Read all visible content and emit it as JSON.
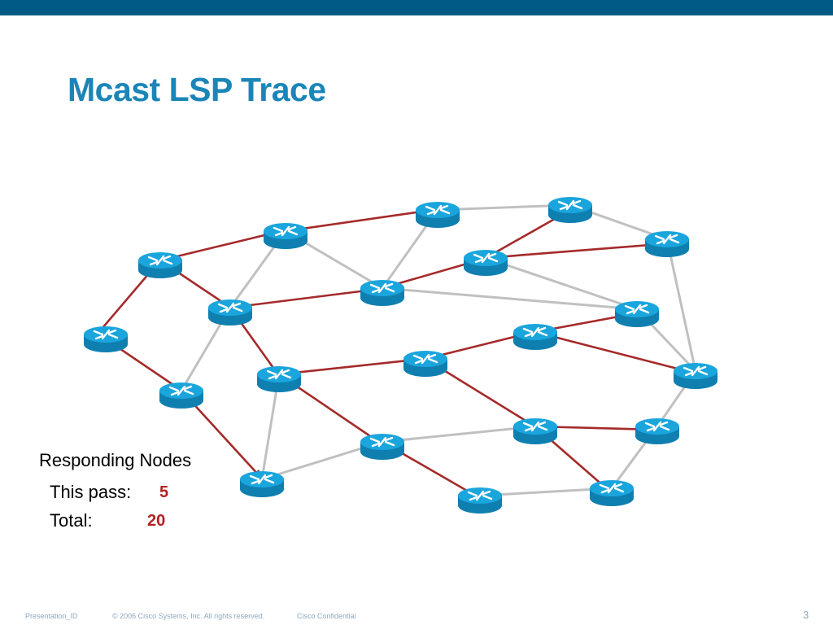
{
  "slide": {
    "title": "Mcast LSP Trace"
  },
  "legend": {
    "heading": "Responding Nodes",
    "this_pass_label": "This pass:",
    "this_pass_value": "5",
    "total_label": "Total:",
    "total_value": "20"
  },
  "footer": {
    "presentation_id": "Presentation_ID",
    "copyright": "© 2006 Cisco Systems, Inc. All rights reserved.",
    "confidential": "Cisco Confidential",
    "page_number": "3"
  },
  "colors": {
    "top_bar": "#005a85",
    "title": "#1b85b8",
    "arrow": "#a52a2a",
    "link": "#c0c0c0",
    "router_top": "#1aa5dd",
    "router_side": "#0f7fb0"
  },
  "icons": {
    "router": "router-icon"
  }
}
